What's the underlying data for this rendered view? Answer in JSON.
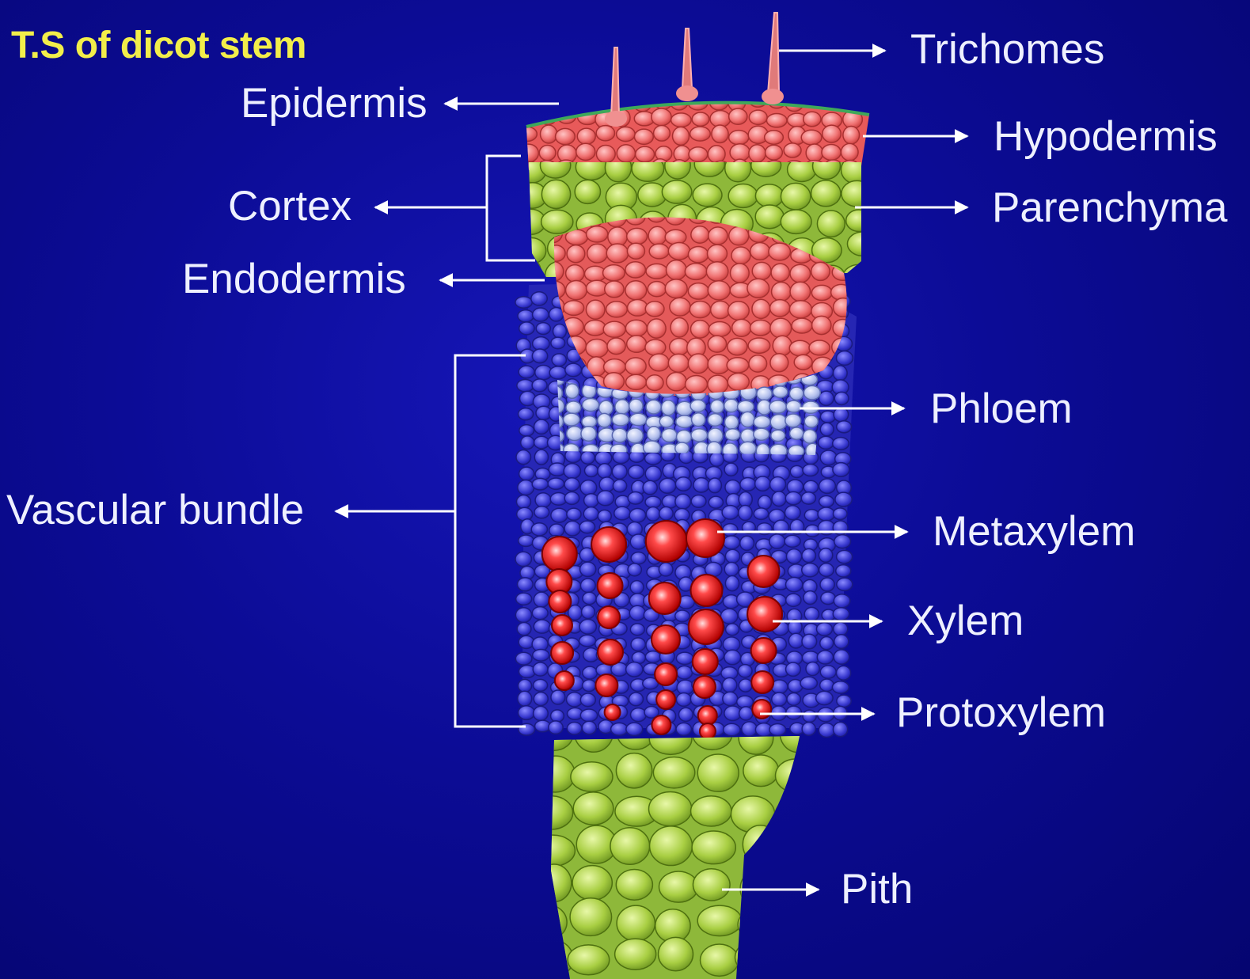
{
  "title": "T.S of dicot stem",
  "labels": {
    "epidermis": "Epidermis",
    "cortex": "Cortex",
    "endodermis": "Endodermis",
    "vascular_bundle": "Vascular bundle",
    "trichomes": "Trichomes",
    "hypodermis": "Hypodermis",
    "parenchyma": "Parenchyma",
    "phloem": "Phloem",
    "metaxylem": "Metaxylem",
    "xylem": "Xylem",
    "protoxylem": "Protoxylem",
    "pith": "Pith"
  },
  "colors": {
    "background": "#0c0c96",
    "title": "#f2ee4a",
    "label": "#eef0ff",
    "hypodermis_cells": "#f07070",
    "parenchyma_cells": "#a6cc3c",
    "phloem_cells": "#b8c4ee",
    "cambium_cells": "#3a3ad0",
    "xylem_vessels": "#d01010",
    "pith_cells": "#b4d84a"
  }
}
